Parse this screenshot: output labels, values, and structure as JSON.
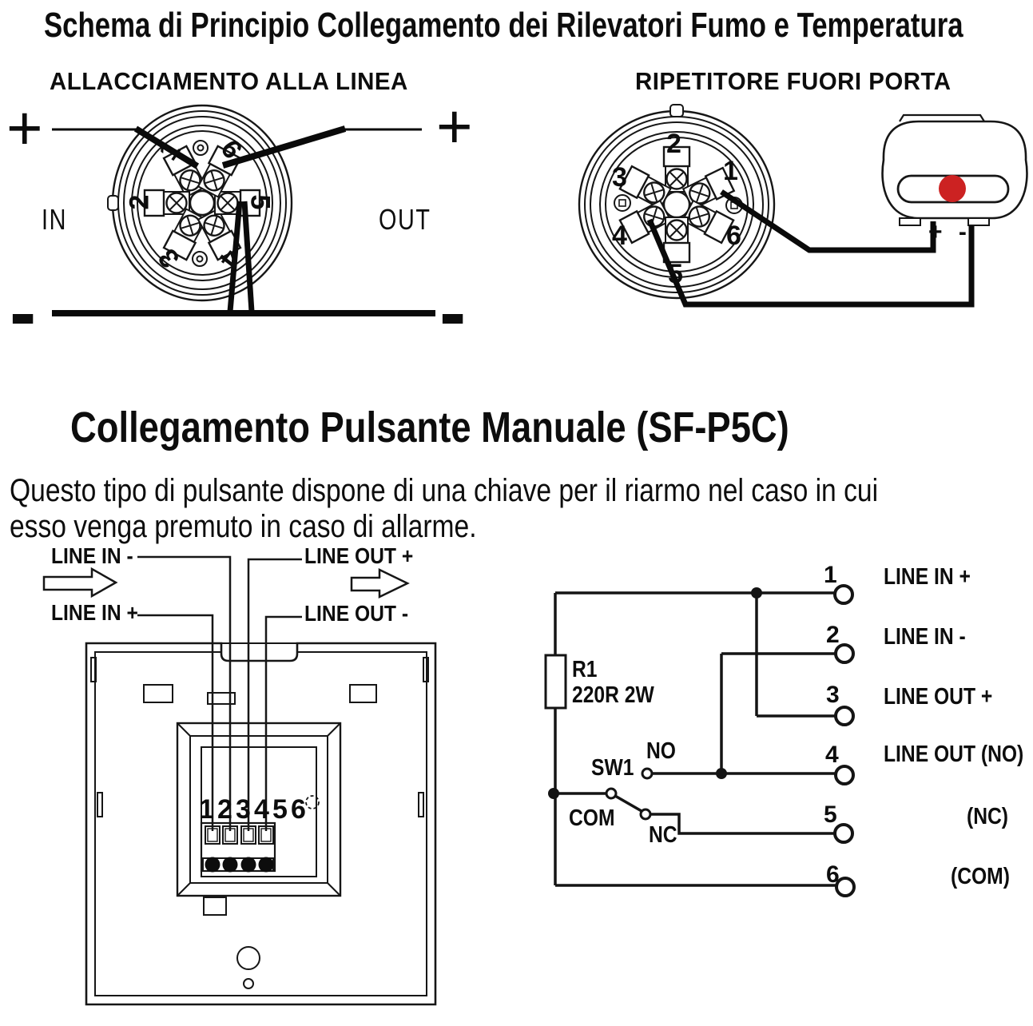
{
  "colors": {
    "ink": "#111111",
    "led_red": "#cc2222"
  },
  "title": "Schema di Principio Collegamento dei Rilevatori Fumo e Temperatura",
  "line_connection": {
    "heading": "ALLACCIAMENTO ALLA LINEA",
    "in_label": "IN",
    "out_label": "OUT",
    "plus": "+",
    "minus": "-",
    "terminals": [
      "1",
      "2",
      "3",
      "4",
      "5",
      "6"
    ]
  },
  "repeater": {
    "heading": "RIPETITORE FUORI PORTA",
    "terminals": [
      "1",
      "2",
      "3",
      "4",
      "5",
      "6"
    ],
    "polarity": "+ -"
  },
  "call_point": {
    "heading": "Collegamento Pulsante Manuale (SF-P5C)",
    "description1": "Questo tipo di pulsante dispone di una chiave per il riarmo nel caso in cui",
    "description2": "esso venga premuto in caso di allarme.",
    "line_in_minus": "LINE IN -",
    "line_in_plus": "LINE IN +",
    "line_out_plus": "LINE OUT +",
    "line_out_minus": "LINE OUT -",
    "terminals": [
      "1",
      "2",
      "3",
      "4",
      "5",
      "6"
    ]
  },
  "schematic": {
    "resistor_ref": "R1",
    "resistor_value": "220R 2W",
    "switch_ref": "SW1",
    "no_label": "NO",
    "com_label": "COM",
    "nc_label": "NC",
    "terminals": [
      {
        "num": "1",
        "label": "LINE IN +"
      },
      {
        "num": "2",
        "label": "LINE IN -"
      },
      {
        "num": "3",
        "label": "LINE OUT +"
      },
      {
        "num": "4",
        "label": "LINE OUT (NO)"
      },
      {
        "num": "5",
        "label": "(NC)"
      },
      {
        "num": "6",
        "label": "(COM)"
      }
    ]
  }
}
